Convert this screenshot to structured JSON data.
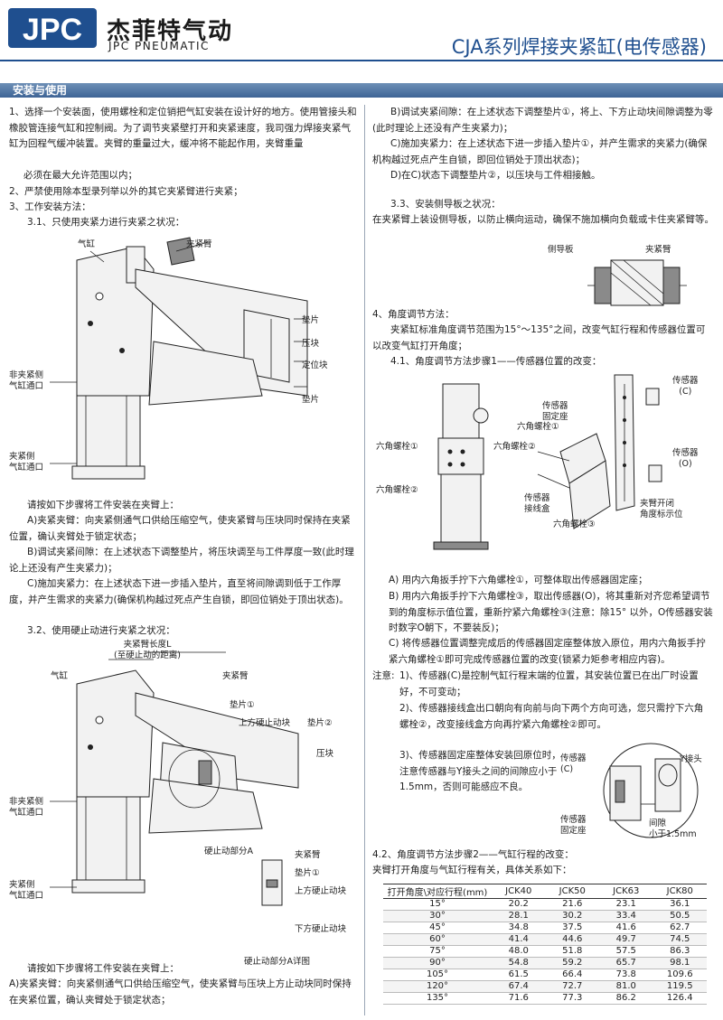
{
  "header": {
    "logo": "JPC",
    "brand_cn": "杰菲特气动",
    "brand_en": "JPC PNEUMATIC",
    "title": "CJA系列焊接夹紧缸(电传感器)"
  },
  "section_title": "安装与使用",
  "left": {
    "p1": "1、选择一个安装面，使用螺栓和定位销把气缸安装在设计好的地方。使用管接头和橡胶管连接气缸和控制阀。为了调节夹紧壁打开和夹紧速度，我司强力焊接夹紧气缸为回程气缓冲装置。夹臂的重量过大，缓冲将不能起作用，夹臂重量",
    "p1b": "必须在最大允许范围以内；",
    "p2": "2、严禁使用除本型录列举以外的其它夹紧臂进行夹紧；",
    "p3": "3、工作安装方法：",
    "p31": "3.1、只使用夹紧力进行夹紧之状况：",
    "fig1": {
      "cylinder": "气缸",
      "arm": "夹紧臂",
      "shim": "垫片",
      "block": "压块",
      "locator": "定位块",
      "shim2": "垫片",
      "port_release": "非夹紧侧\n气缸通口",
      "port_clamp": "夹紧侧\n气缸通口"
    },
    "steps1_intro": "请按如下步骤将工件安装在夹臂上：",
    "a1": "A)夹紧夹臂：向夹紧侧通气口供给压缩空气，使夹紧臂与压块同时保持在夹紧位置，确认夹臂处于锁定状态；",
    "b1": "B)调试夹紧间隙：在上述状态下调整垫片，将压块调至与工件厚度一致(此时理论上还没有产生夹紧力)；",
    "c1": "C)施加夹紧力：在上述状态下进一步插入垫片，直至将间隙调到低于工作厚度，并产生需求的夹紧力(确保机构越过死点产生自锁，即回位销处于顶出状态)。",
    "p32": "3.2、使用硬止动进行夹紧之状况：",
    "fig2": {
      "arm_len": "夹紧臂长度L\n(至硬止动的距离)",
      "cylinder": "气缸",
      "arm": "夹紧臂",
      "shim1": "垫片①",
      "upper_stop": "上方硬止动块",
      "shim2": "垫片②",
      "block": "压块",
      "port_release": "非夹紧侧\n气缸通口",
      "port_clamp": "夹紧侧\n气缸通口",
      "stop_a": "硬止动部分A",
      "d_arm": "夹紧臂",
      "d_shim": "垫片①",
      "d_upper": "上方硬止动块",
      "d_lower": "下方硬止动块",
      "detail": "硬止动部分A详图"
    },
    "steps2_intro": "请按如下步骤将工件安装在夹臂上：",
    "a2": "A)夹紧夹臂：向夹紧侧通气口供给压缩空气，使夹紧臂与压块上方止动块同时保持在夹紧位置，确认夹臂处于锁定状态；"
  },
  "right": {
    "b2": "B)调试夹紧间隙：在上述状态下调整垫片①，将上、下方止动块间隙调整为零(此时理论上还没有产生夹紧力)；",
    "c2": "C)施加夹紧力：在上述状态下进一步插入垫片①，并产生需求的夹紧力(确保机构越过死点产生自锁，即回位销处于顶出状态)；",
    "d2": "D)在C)状态下调整垫片②，以压块与工件相接触。",
    "p33": "3.3、安装侧导板之状况：",
    "p33t": "在夹紧臂上装设侧导板，以防止横向运动，确保不施加横向负载或卡住夹紧臂等。",
    "fig3": {
      "guide": "侧导板",
      "arm": "夹紧臂"
    },
    "p4": "4、角度调节方法：",
    "p4t": "夹紧缸标准角度调节范围为15°～135°之间，改变气缸行程和传感器位置可以改变气缸打开角度；",
    "p41": "4.1、角度调节方法步骤1——传感器位置的改变：",
    "fig4": {
      "hex1": "六角螺栓①",
      "hex2": "六角螺栓②",
      "sensor_holder": "传感器\n固定座",
      "hex1b": "六角螺栓①",
      "hex2b": "六角螺栓②",
      "sensor_box": "传感器\n接线盒",
      "hex3": "六角螺栓③",
      "sensor_c": "传感器\n(C)",
      "sensor_o": "传感器\n(O)",
      "angle_plate": "夹臂开闭\n角度标示位"
    },
    "A41": "A) 用内六角扳手拧下六角螺栓①，可整体取出传感器固定座；",
    "B41": "B) 用内六角扳手拧下六角螺栓③，取出传感器(O)，将其重新对齐您希望调节到的角度标示值位置，重新拧紧六角螺栓③(注意：除15° 以外，O传感器安装时数字O朝下，不要装反)；",
    "C41": "C) 将传感器位置调整完成后的传感器固定座整体放入原位，用内六角扳手拧紧六角螺栓①即可完成传感器位置的改变(锁紧力矩参考相应内容)。",
    "note_label": "注意:",
    "n1": "1)、传感器(C)是控制气缸行程末端的位置，其安装位置已在出厂时设置好，不可变动；",
    "n2": "2)、传感器接线盒出口朝向有向前与向下两个方向可选，您只需拧下六角螺栓②，改变接线盒方向再拧紧六角螺栓②即可。",
    "n3": "3)、传感器固定座整体安装回原位时，注意传感器与Y接头之间的间隙应小于1.5mm，否则可能感应不良。",
    "fig5": {
      "sensor_c": "传感器\n(C)",
      "y_joint": "Y接头",
      "holder": "传感器\n固定座",
      "gap": "间隙\n小于1.5mm"
    },
    "p42": "4.2、角度调节方法步骤2——气缸行程的改变：",
    "p42t": "夹臂打开角度与气缸行程有关，具体关系如下：",
    "table": {
      "headers": [
        "打开角度\\对应行程(mm)",
        "JCK40",
        "JCK50",
        "JCK63",
        "JCK80"
      ],
      "rows": [
        [
          "15°",
          "20.2",
          "21.6",
          "23.1",
          "36.1"
        ],
        [
          "30°",
          "28.1",
          "30.2",
          "33.4",
          "50.5"
        ],
        [
          "45°",
          "34.8",
          "37.5",
          "41.6",
          "62.7"
        ],
        [
          "60°",
          "41.4",
          "44.6",
          "49.7",
          "74.5"
        ],
        [
          "75°",
          "48.0",
          "51.8",
          "57.5",
          "86.3"
        ],
        [
          "90°",
          "54.8",
          "59.2",
          "65.7",
          "98.1"
        ],
        [
          "105°",
          "61.5",
          "66.4",
          "73.8",
          "109.6"
        ],
        [
          "120°",
          "67.4",
          "72.7",
          "81.0",
          "119.5"
        ],
        [
          "135°",
          "71.6",
          "77.3",
          "86.2",
          "126.4"
        ]
      ]
    }
  },
  "colors": {
    "brand": "#1f4f8f",
    "section": "#3e6496"
  }
}
